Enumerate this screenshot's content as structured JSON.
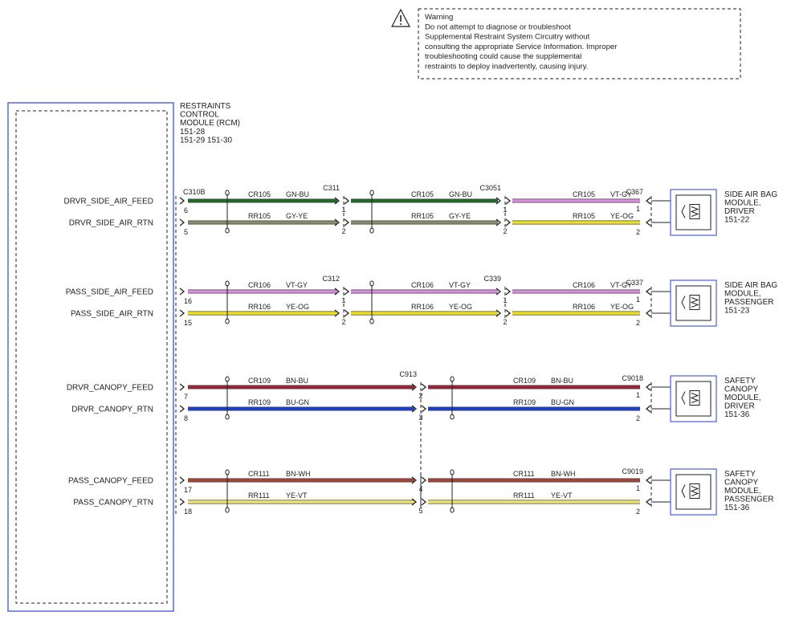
{
  "warning": {
    "title": "Warning",
    "lines": [
      "Do not attempt to diagnose or troubleshoot",
      "Supplemental Restraint System Circuitry without",
      "consulting the appropriate Service Information. Improper",
      "troubleshooting could cause the supplemental",
      "restraints to deploy inadvertently, causing injury."
    ]
  },
  "module": {
    "lines": [
      "RESTRAINTS",
      "CONTROL",
      "MODULE (RCM)",
      "151-28",
      "151-29   151-30"
    ],
    "connector": "C310B"
  },
  "colors": {
    "GN-BU": "#1f6b2a",
    "GY-YE": "#8a8a6a",
    "VT-GY": "#d98ce0",
    "YE-OG": "#f0e21a",
    "BN-BU": "#9b2336",
    "BU-GN": "#1c3fd9",
    "BN-WH": "#a5453a",
    "YE-VT": "#f3e56a",
    "box_blue": "#4a5de0"
  },
  "groups": [
    {
      "component": [
        "SIDE AIR BAG",
        "MODULE,",
        "DRIVER",
        "151-22"
      ],
      "end_connector": "C367",
      "splices": [
        "C311",
        "C3051"
      ],
      "wires": [
        {
          "signal": "DRVR_SIDE_AIR_FEED",
          "pin_rcm": "6",
          "seg": [
            {
              "circuit": "CR105",
              "color": "GN-BU"
            },
            {
              "circuit": "CR105",
              "color": "GN-BU"
            },
            {
              "circuit": "CR105",
              "color": "VT-GY"
            }
          ],
          "splice_pins": [
            "1",
            "1"
          ],
          "end_pin": "1"
        },
        {
          "signal": "DRVR_SIDE_AIR_RTN",
          "pin_rcm": "5",
          "seg": [
            {
              "circuit": "RR105",
              "color": "GY-YE"
            },
            {
              "circuit": "RR105",
              "color": "GY-YE"
            },
            {
              "circuit": "RR105",
              "color": "YE-OG"
            }
          ],
          "splice_pins": [
            "2",
            "2"
          ],
          "end_pin": "2"
        }
      ]
    },
    {
      "component": [
        "SIDE AIR BAG",
        "MODULE,",
        "PASSENGER",
        "151-23"
      ],
      "end_connector": "C337",
      "splices": [
        "C312",
        "C339"
      ],
      "wires": [
        {
          "signal": "PASS_SIDE_AIR_FEED",
          "pin_rcm": "16",
          "seg": [
            {
              "circuit": "CR106",
              "color": "VT-GY"
            },
            {
              "circuit": "CR106",
              "color": "VT-GY"
            },
            {
              "circuit": "CR106",
              "color": "VT-GY"
            }
          ],
          "splice_pins": [
            "1",
            "1"
          ],
          "end_pin": "1"
        },
        {
          "signal": "PASS_SIDE_AIR_RTN",
          "pin_rcm": "15",
          "seg": [
            {
              "circuit": "RR106",
              "color": "YE-OG"
            },
            {
              "circuit": "RR106",
              "color": "YE-OG"
            },
            {
              "circuit": "RR106",
              "color": "YE-OG"
            }
          ],
          "splice_pins": [
            "2",
            "2"
          ],
          "end_pin": "2"
        }
      ]
    },
    {
      "component": [
        "SAFETY",
        "CANOPY",
        "MODULE,",
        "DRIVER",
        "151-36"
      ],
      "end_connector": "C9018",
      "splices": [
        "C913"
      ],
      "wires": [
        {
          "signal": "DRVR_CANOPY_FEED",
          "pin_rcm": "7",
          "seg": [
            {
              "circuit": "CR109",
              "color": "BN-BU"
            },
            {
              "circuit": "CR109",
              "color": "BN-BU"
            }
          ],
          "splice_pins": [
            "2"
          ],
          "end_pin": "1"
        },
        {
          "signal": "DRVR_CANOPY_RTN",
          "pin_rcm": "8",
          "seg": [
            {
              "circuit": "RR109",
              "color": "BU-GN"
            },
            {
              "circuit": "RR109",
              "color": "BU-GN"
            }
          ],
          "splice_pins": [
            "3"
          ],
          "end_pin": "2"
        }
      ]
    },
    {
      "component": [
        "SAFETY",
        "CANOPY",
        "MODULE,",
        "PASSENGER",
        "151-36"
      ],
      "end_connector": "C9019",
      "splices": [
        ""
      ],
      "wires": [
        {
          "signal": "PASS_CANOPY_FEED",
          "pin_rcm": "17",
          "seg": [
            {
              "circuit": "",
              "color": "BN-WH"
            },
            {
              "circuit": "CR111",
              "color": "BN-WH"
            }
          ],
          "seg_first_label": "CR111",
          "splice_pins": [
            "4"
          ],
          "end_pin": "1"
        },
        {
          "signal": "PASS_CANOPY_RTN",
          "pin_rcm": "18",
          "seg": [
            {
              "circuit": "RR111",
              "color": "YE-VT"
            },
            {
              "circuit": "RR111",
              "color": "YE-VT"
            }
          ],
          "splice_pins": [
            "5"
          ],
          "end_pin": "2"
        }
      ]
    }
  ]
}
